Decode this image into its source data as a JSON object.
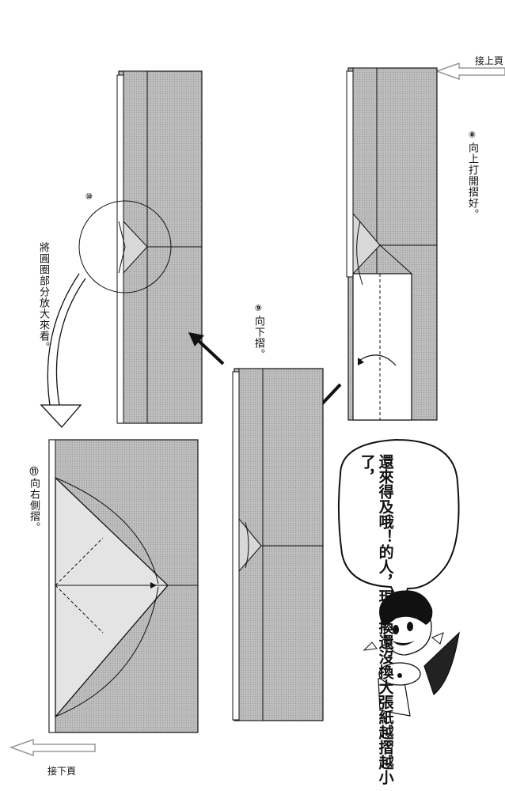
{
  "nav": {
    "next_page_top": "接上頁",
    "next_page_bottom": "接下頁"
  },
  "steps": {
    "step8": {
      "num": "⑧",
      "text": "向上打開摺好。"
    },
    "step9": {
      "num": "⑨",
      "text": "向下摺。"
    },
    "step10": {
      "num": "⑩",
      "text": ""
    },
    "step11": {
      "num": "⑪",
      "text": "向右側摺。"
    }
  },
  "zoom_note": "將圓圈部分放大來看。",
  "speech_bubble": {
    "lines": [
      "越摺越小了，",
      "還沒換大張紙",
      "的人，現在換",
      "還來得及哦！"
    ]
  },
  "colors": {
    "paper_gray": "#b9b9b9",
    "paper_white": "#ffffff",
    "line": "#111111"
  },
  "icons": [
    "arrow-left-icon",
    "arrow-down-icon",
    "fold-arrow-icon",
    "zoom-circle-icon",
    "character-illustration"
  ]
}
